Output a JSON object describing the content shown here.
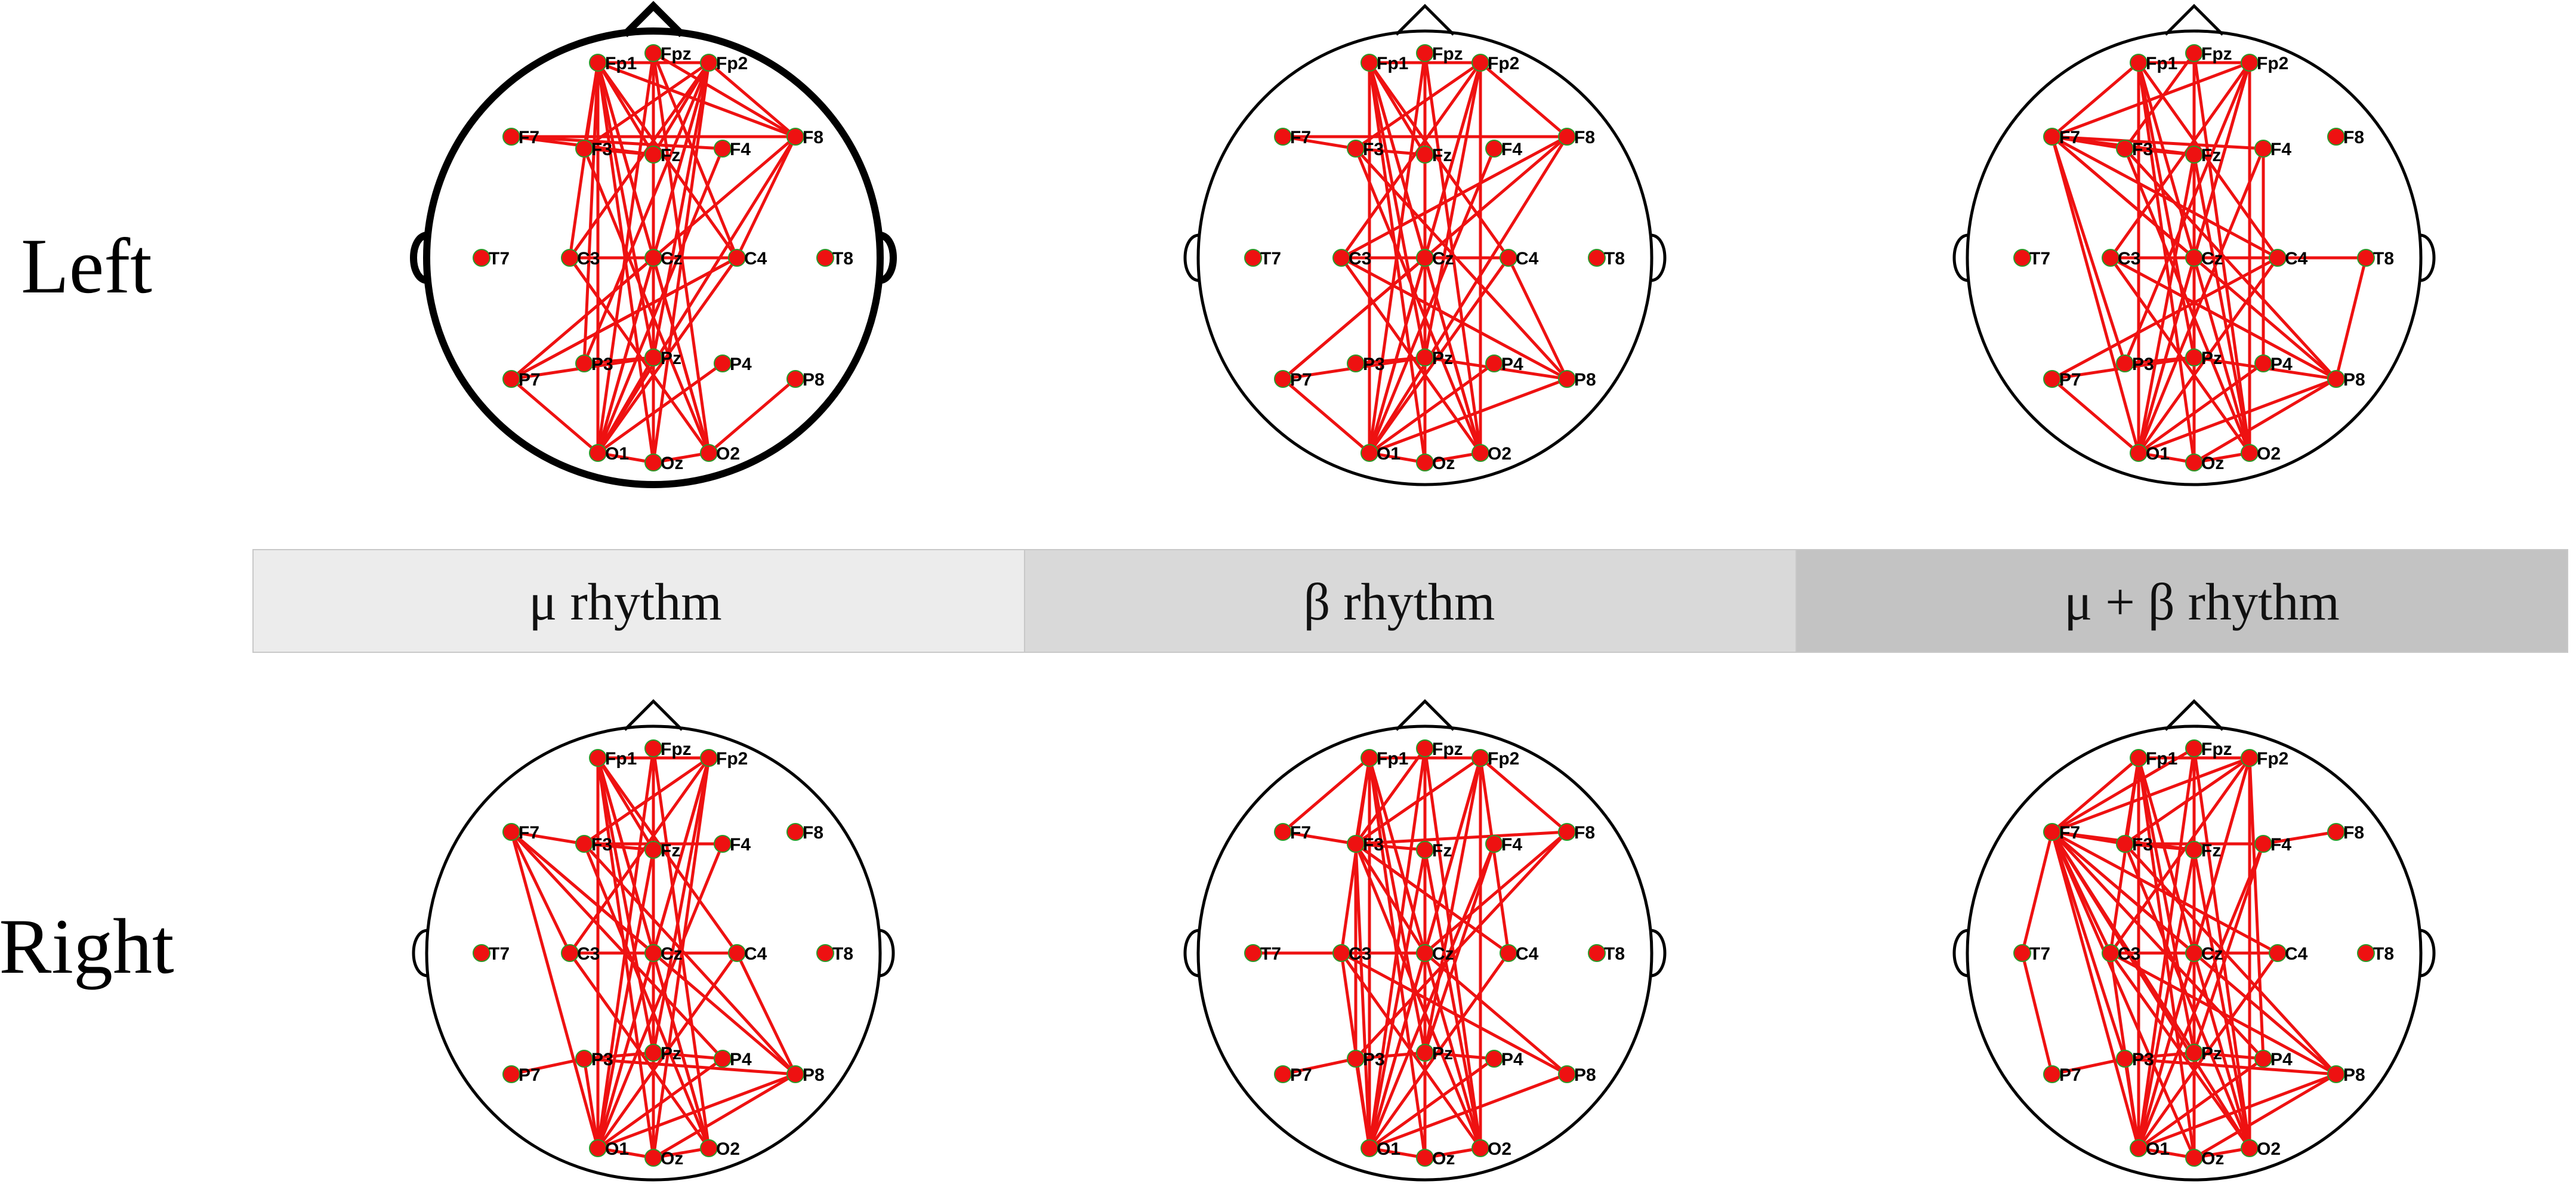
{
  "row_labels": {
    "left": "Left",
    "right": "Right"
  },
  "band_labels": [
    "μ rhythm",
    "β  rhythm",
    "μ + β  rhythm"
  ],
  "band_colors": [
    "#ececec",
    "#d9d9d9",
    "#c3c3c3"
  ],
  "edge_color": "#ee1111",
  "node_color": "#ee1111",
  "channels": [
    "Fp1",
    "Fpz",
    "Fp2",
    "F7",
    "F3",
    "Fz",
    "F4",
    "F8",
    "T7",
    "C3",
    "Cz",
    "C4",
    "T8",
    "P7",
    "P3",
    "Pz",
    "P4",
    "P8",
    "O1",
    "Oz",
    "O2"
  ],
  "panels": [
    {
      "row": "left",
      "band": "μ rhythm",
      "highlighted": true,
      "edges": [
        [
          "Fp1",
          "Fp2"
        ],
        [
          "Fp1",
          "F3"
        ],
        [
          "Fp1",
          "Fz"
        ],
        [
          "Fp1",
          "C3"
        ],
        [
          "Fp1",
          "Cz"
        ],
        [
          "Fp1",
          "C4"
        ],
        [
          "Fp1",
          "P3"
        ],
        [
          "Fp1",
          "Pz"
        ],
        [
          "Fp1",
          "O1"
        ],
        [
          "Fp1",
          "Oz"
        ],
        [
          "Fp1",
          "O2"
        ],
        [
          "Fp1",
          "F8"
        ],
        [
          "Fpz",
          "Fz"
        ],
        [
          "Fpz",
          "Cz"
        ],
        [
          "Fpz",
          "C4"
        ],
        [
          "Fpz",
          "Pz"
        ],
        [
          "Fpz",
          "O1"
        ],
        [
          "Fpz",
          "Oz"
        ],
        [
          "Fpz",
          "O2"
        ],
        [
          "Fpz",
          "F8"
        ],
        [
          "Fp2",
          "F3"
        ],
        [
          "Fp2",
          "Fz"
        ],
        [
          "Fp2",
          "C3"
        ],
        [
          "Fp2",
          "Cz"
        ],
        [
          "Fp2",
          "P3"
        ],
        [
          "Fp2",
          "Pz"
        ],
        [
          "Fp2",
          "O1"
        ],
        [
          "Fp2",
          "Oz"
        ],
        [
          "Fp2",
          "F8"
        ],
        [
          "F7",
          "F8"
        ],
        [
          "F7",
          "Fz"
        ],
        [
          "F7",
          "F4"
        ],
        [
          "F3",
          "Fz"
        ],
        [
          "F3",
          "O2"
        ],
        [
          "F4",
          "O1"
        ],
        [
          "F8",
          "O1"
        ],
        [
          "F8",
          "C4"
        ],
        [
          "F8",
          "P7"
        ],
        [
          "C3",
          "C4"
        ],
        [
          "C3",
          "O2"
        ],
        [
          "Cz",
          "O1"
        ],
        [
          "Cz",
          "O2"
        ],
        [
          "C4",
          "O1"
        ],
        [
          "C4",
          "P7"
        ],
        [
          "P7",
          "Pz"
        ],
        [
          "P7",
          "O1"
        ],
        [
          "P7",
          "C4"
        ],
        [
          "P3",
          "Pz"
        ],
        [
          "P4",
          "O1"
        ],
        [
          "P8",
          "O2"
        ],
        [
          "O1",
          "Oz"
        ],
        [
          "Oz",
          "O2"
        ],
        [
          "O1",
          "Pz"
        ]
      ]
    },
    {
      "row": "left",
      "band": "β  rhythm",
      "highlighted": false,
      "edges": [
        [
          "Fp1",
          "Fp2"
        ],
        [
          "Fp1",
          "Fz"
        ],
        [
          "Fp1",
          "Cz"
        ],
        [
          "Fp1",
          "C4"
        ],
        [
          "Fp1",
          "Pz"
        ],
        [
          "Fp1",
          "O1"
        ],
        [
          "Fp1",
          "Oz"
        ],
        [
          "Fp1",
          "O2"
        ],
        [
          "Fpz",
          "Cz"
        ],
        [
          "Fpz",
          "O1"
        ],
        [
          "Fpz",
          "Oz"
        ],
        [
          "Fpz",
          "O2"
        ],
        [
          "Fpz",
          "Pz"
        ],
        [
          "Fp2",
          "F3"
        ],
        [
          "Fp2",
          "Cz"
        ],
        [
          "Fp2",
          "C3"
        ],
        [
          "Fp2",
          "Pz"
        ],
        [
          "Fp2",
          "O1"
        ],
        [
          "Fp2",
          "O2"
        ],
        [
          "Fp2",
          "F8"
        ],
        [
          "F7",
          "F3"
        ],
        [
          "F7",
          "F8"
        ],
        [
          "F3",
          "Fz"
        ],
        [
          "F3",
          "O2"
        ],
        [
          "F3",
          "P8"
        ],
        [
          "F4",
          "O1"
        ],
        [
          "F8",
          "O1"
        ],
        [
          "F8",
          "C3"
        ],
        [
          "F8",
          "P7"
        ],
        [
          "C3",
          "C4"
        ],
        [
          "C3",
          "O2"
        ],
        [
          "C3",
          "P8"
        ],
        [
          "Cz",
          "O1"
        ],
        [
          "Cz",
          "O2"
        ],
        [
          "C4",
          "O1"
        ],
        [
          "C4",
          "P8"
        ],
        [
          "P7",
          "Pz"
        ],
        [
          "P7",
          "O1"
        ],
        [
          "P7",
          "Cz"
        ],
        [
          "P3",
          "Pz"
        ],
        [
          "Pz",
          "P8"
        ],
        [
          "P4",
          "O1"
        ],
        [
          "P8",
          "O1"
        ],
        [
          "O1",
          "Oz"
        ],
        [
          "Oz",
          "O2"
        ]
      ]
    },
    {
      "row": "left",
      "band": "μ + β  rhythm",
      "highlighted": false,
      "edges": [
        [
          "Fp1",
          "Fp2"
        ],
        [
          "Fp1",
          "F7"
        ],
        [
          "Fp1",
          "Cz"
        ],
        [
          "Fp1",
          "C4"
        ],
        [
          "Fp1",
          "Pz"
        ],
        [
          "Fp1",
          "O1"
        ],
        [
          "Fp1",
          "Oz"
        ],
        [
          "Fpz",
          "F3"
        ],
        [
          "Fpz",
          "Cz"
        ],
        [
          "Fpz",
          "Oz"
        ],
        [
          "Fpz",
          "O2"
        ],
        [
          "Fp2",
          "F7"
        ],
        [
          "Fp2",
          "C3"
        ],
        [
          "Fp2",
          "Cz"
        ],
        [
          "Fp2",
          "P3"
        ],
        [
          "Fp2",
          "O1"
        ],
        [
          "Fp2",
          "O2"
        ],
        [
          "F7",
          "F3"
        ],
        [
          "F7",
          "Fz"
        ],
        [
          "F7",
          "F4"
        ],
        [
          "F7",
          "Cz"
        ],
        [
          "F7",
          "C4"
        ],
        [
          "F7",
          "P3"
        ],
        [
          "F7",
          "P8"
        ],
        [
          "F7",
          "O1"
        ],
        [
          "F3",
          "Fz"
        ],
        [
          "F3",
          "O2"
        ],
        [
          "F3",
          "P8"
        ],
        [
          "Fz",
          "O1"
        ],
        [
          "Fz",
          "O2"
        ],
        [
          "F4",
          "O1"
        ],
        [
          "F4",
          "P4"
        ],
        [
          "C3",
          "C4"
        ],
        [
          "C3",
          "O2"
        ],
        [
          "C3",
          "P8"
        ],
        [
          "Cz",
          "O1"
        ],
        [
          "Cz",
          "O2"
        ],
        [
          "C4",
          "T8"
        ],
        [
          "C4",
          "O1"
        ],
        [
          "C4",
          "P7"
        ],
        [
          "T8",
          "P8"
        ],
        [
          "P7",
          "Pz"
        ],
        [
          "P7",
          "O1"
        ],
        [
          "P3",
          "Pz"
        ],
        [
          "Pz",
          "P8"
        ],
        [
          "P4",
          "O1"
        ],
        [
          "P8",
          "O1"
        ],
        [
          "P8",
          "Oz"
        ],
        [
          "O1",
          "Oz"
        ],
        [
          "Oz",
          "O2"
        ]
      ]
    },
    {
      "row": "right",
      "band": "μ rhythm",
      "highlighted": false,
      "edges": [
        [
          "Fp1",
          "Fp2"
        ],
        [
          "Fp1",
          "Fz"
        ],
        [
          "Fp1",
          "Cz"
        ],
        [
          "Fp1",
          "C4"
        ],
        [
          "Fp1",
          "Pz"
        ],
        [
          "Fp1",
          "O1"
        ],
        [
          "Fp1",
          "Oz"
        ],
        [
          "Fp1",
          "O2"
        ],
        [
          "Fpz",
          "Cz"
        ],
        [
          "Fpz",
          "O1"
        ],
        [
          "Fpz",
          "Oz"
        ],
        [
          "Fpz",
          "Pz"
        ],
        [
          "Fpz",
          "O2"
        ],
        [
          "Fp2",
          "F3"
        ],
        [
          "Fp2",
          "C3"
        ],
        [
          "Fp2",
          "Cz"
        ],
        [
          "Fp2",
          "Pz"
        ],
        [
          "Fp2",
          "O1"
        ],
        [
          "Fp2",
          "Oz"
        ],
        [
          "F7",
          "F3"
        ],
        [
          "F7",
          "C3"
        ],
        [
          "F7",
          "Cz"
        ],
        [
          "F7",
          "P4"
        ],
        [
          "F7",
          "P8"
        ],
        [
          "F7",
          "O1"
        ],
        [
          "F3",
          "Fz"
        ],
        [
          "F3",
          "F4"
        ],
        [
          "F3",
          "O2"
        ],
        [
          "F3",
          "P8"
        ],
        [
          "Fz",
          "O1"
        ],
        [
          "Fz",
          "Oz"
        ],
        [
          "F4",
          "O1"
        ],
        [
          "C3",
          "C4"
        ],
        [
          "C3",
          "O2"
        ],
        [
          "Cz",
          "O1"
        ],
        [
          "Cz",
          "O2"
        ],
        [
          "C4",
          "O1"
        ],
        [
          "C4",
          "P8"
        ],
        [
          "P7",
          "P3"
        ],
        [
          "P3",
          "Pz"
        ],
        [
          "P3",
          "P8"
        ],
        [
          "P3",
          "O1"
        ],
        [
          "Pz",
          "P4"
        ],
        [
          "P4",
          "O1"
        ],
        [
          "P8",
          "O1"
        ],
        [
          "P8",
          "Oz"
        ],
        [
          "O1",
          "Oz"
        ],
        [
          "Oz",
          "O2"
        ]
      ]
    },
    {
      "row": "right",
      "band": "β  rhythm",
      "highlighted": false,
      "edges": [
        [
          "Fp1",
          "Fp2"
        ],
        [
          "Fp1",
          "F7"
        ],
        [
          "Fp1",
          "F3"
        ],
        [
          "Fp1",
          "C3"
        ],
        [
          "Fp1",
          "Cz"
        ],
        [
          "Fp1",
          "Pz"
        ],
        [
          "Fp1",
          "O1"
        ],
        [
          "Fp1",
          "Oz"
        ],
        [
          "Fpz",
          "F3"
        ],
        [
          "Fpz",
          "Cz"
        ],
        [
          "Fpz",
          "Oz"
        ],
        [
          "Fpz",
          "O1"
        ],
        [
          "Fpz",
          "O2"
        ],
        [
          "Fp2",
          "F3"
        ],
        [
          "Fp2",
          "Cz"
        ],
        [
          "Fp2",
          "C4"
        ],
        [
          "Fp2",
          "Pz"
        ],
        [
          "Fp2",
          "O1"
        ],
        [
          "Fp2",
          "O2"
        ],
        [
          "Fp2",
          "F8"
        ],
        [
          "F7",
          "F3"
        ],
        [
          "F3",
          "Fz"
        ],
        [
          "F3",
          "F8"
        ],
        [
          "F3",
          "C4"
        ],
        [
          "F3",
          "O1"
        ],
        [
          "F3",
          "O2"
        ],
        [
          "F3",
          "P3"
        ],
        [
          "F3",
          "Cz"
        ],
        [
          "Fz",
          "O1"
        ],
        [
          "Fz",
          "O2"
        ],
        [
          "F4",
          "O1"
        ],
        [
          "F4",
          "Pz"
        ],
        [
          "F8",
          "Cz"
        ],
        [
          "F8",
          "P3"
        ],
        [
          "T7",
          "C3"
        ],
        [
          "C3",
          "Cz"
        ],
        [
          "C3",
          "O2"
        ],
        [
          "C3",
          "P8"
        ],
        [
          "C3",
          "O1"
        ],
        [
          "Cz",
          "O1"
        ],
        [
          "Cz",
          "O2"
        ],
        [
          "Cz",
          "P8"
        ],
        [
          "C4",
          "O1"
        ],
        [
          "P7",
          "P3"
        ],
        [
          "P3",
          "Pz"
        ],
        [
          "P3",
          "O1"
        ],
        [
          "Pz",
          "P4"
        ],
        [
          "P4",
          "O1"
        ],
        [
          "P8",
          "O1"
        ],
        [
          "O1",
          "Oz"
        ],
        [
          "Oz",
          "O2"
        ]
      ]
    },
    {
      "row": "right",
      "band": "μ + β  rhythm",
      "highlighted": false,
      "edges": [
        [
          "Fp1",
          "Fp2"
        ],
        [
          "Fp1",
          "F7"
        ],
        [
          "Fp1",
          "F3"
        ],
        [
          "Fp1",
          "Cz"
        ],
        [
          "Fp1",
          "C3"
        ],
        [
          "Fp1",
          "Pz"
        ],
        [
          "Fp1",
          "O1"
        ],
        [
          "Fp1",
          "Oz"
        ],
        [
          "Fpz",
          "F7"
        ],
        [
          "Fpz",
          "Cz"
        ],
        [
          "Fpz",
          "O1"
        ],
        [
          "Fpz",
          "Oz"
        ],
        [
          "Fpz",
          "O2"
        ],
        [
          "Fp2",
          "F7"
        ],
        [
          "Fp2",
          "F3"
        ],
        [
          "Fp2",
          "Cz"
        ],
        [
          "Fp2",
          "P4"
        ],
        [
          "Fp2",
          "O1"
        ],
        [
          "Fp2",
          "O2"
        ],
        [
          "Fp2",
          "C3"
        ],
        [
          "F7",
          "T7"
        ],
        [
          "F7",
          "F3"
        ],
        [
          "F7",
          "Fz"
        ],
        [
          "F7",
          "C3"
        ],
        [
          "F7",
          "Cz"
        ],
        [
          "F7",
          "C4"
        ],
        [
          "F7",
          "P3"
        ],
        [
          "F7",
          "Pz"
        ],
        [
          "F7",
          "P4"
        ],
        [
          "F7",
          "P8"
        ],
        [
          "F7",
          "O1"
        ],
        [
          "F7",
          "Oz"
        ],
        [
          "F7",
          "O2"
        ],
        [
          "F3",
          "Fz"
        ],
        [
          "F3",
          "F4"
        ],
        [
          "F3",
          "O2"
        ],
        [
          "F3",
          "P8"
        ],
        [
          "Fz",
          "O1"
        ],
        [
          "Fz",
          "O2"
        ],
        [
          "F4",
          "O1"
        ],
        [
          "F4",
          "F8"
        ],
        [
          "F4",
          "Pz"
        ],
        [
          "T7",
          "P7"
        ],
        [
          "C3",
          "C4"
        ],
        [
          "C3",
          "O2"
        ],
        [
          "C3",
          "P8"
        ],
        [
          "C3",
          "O1"
        ],
        [
          "Cz",
          "O1"
        ],
        [
          "Cz",
          "O2"
        ],
        [
          "C4",
          "O1"
        ],
        [
          "P7",
          "P3"
        ],
        [
          "P3",
          "Pz"
        ],
        [
          "P3",
          "P8"
        ],
        [
          "P3",
          "O1"
        ],
        [
          "Pz",
          "P4"
        ],
        [
          "P4",
          "O1"
        ],
        [
          "P8",
          "O1"
        ],
        [
          "P8",
          "Oz"
        ],
        [
          "O1",
          "Oz"
        ],
        [
          "Oz",
          "O2"
        ]
      ]
    }
  ]
}
